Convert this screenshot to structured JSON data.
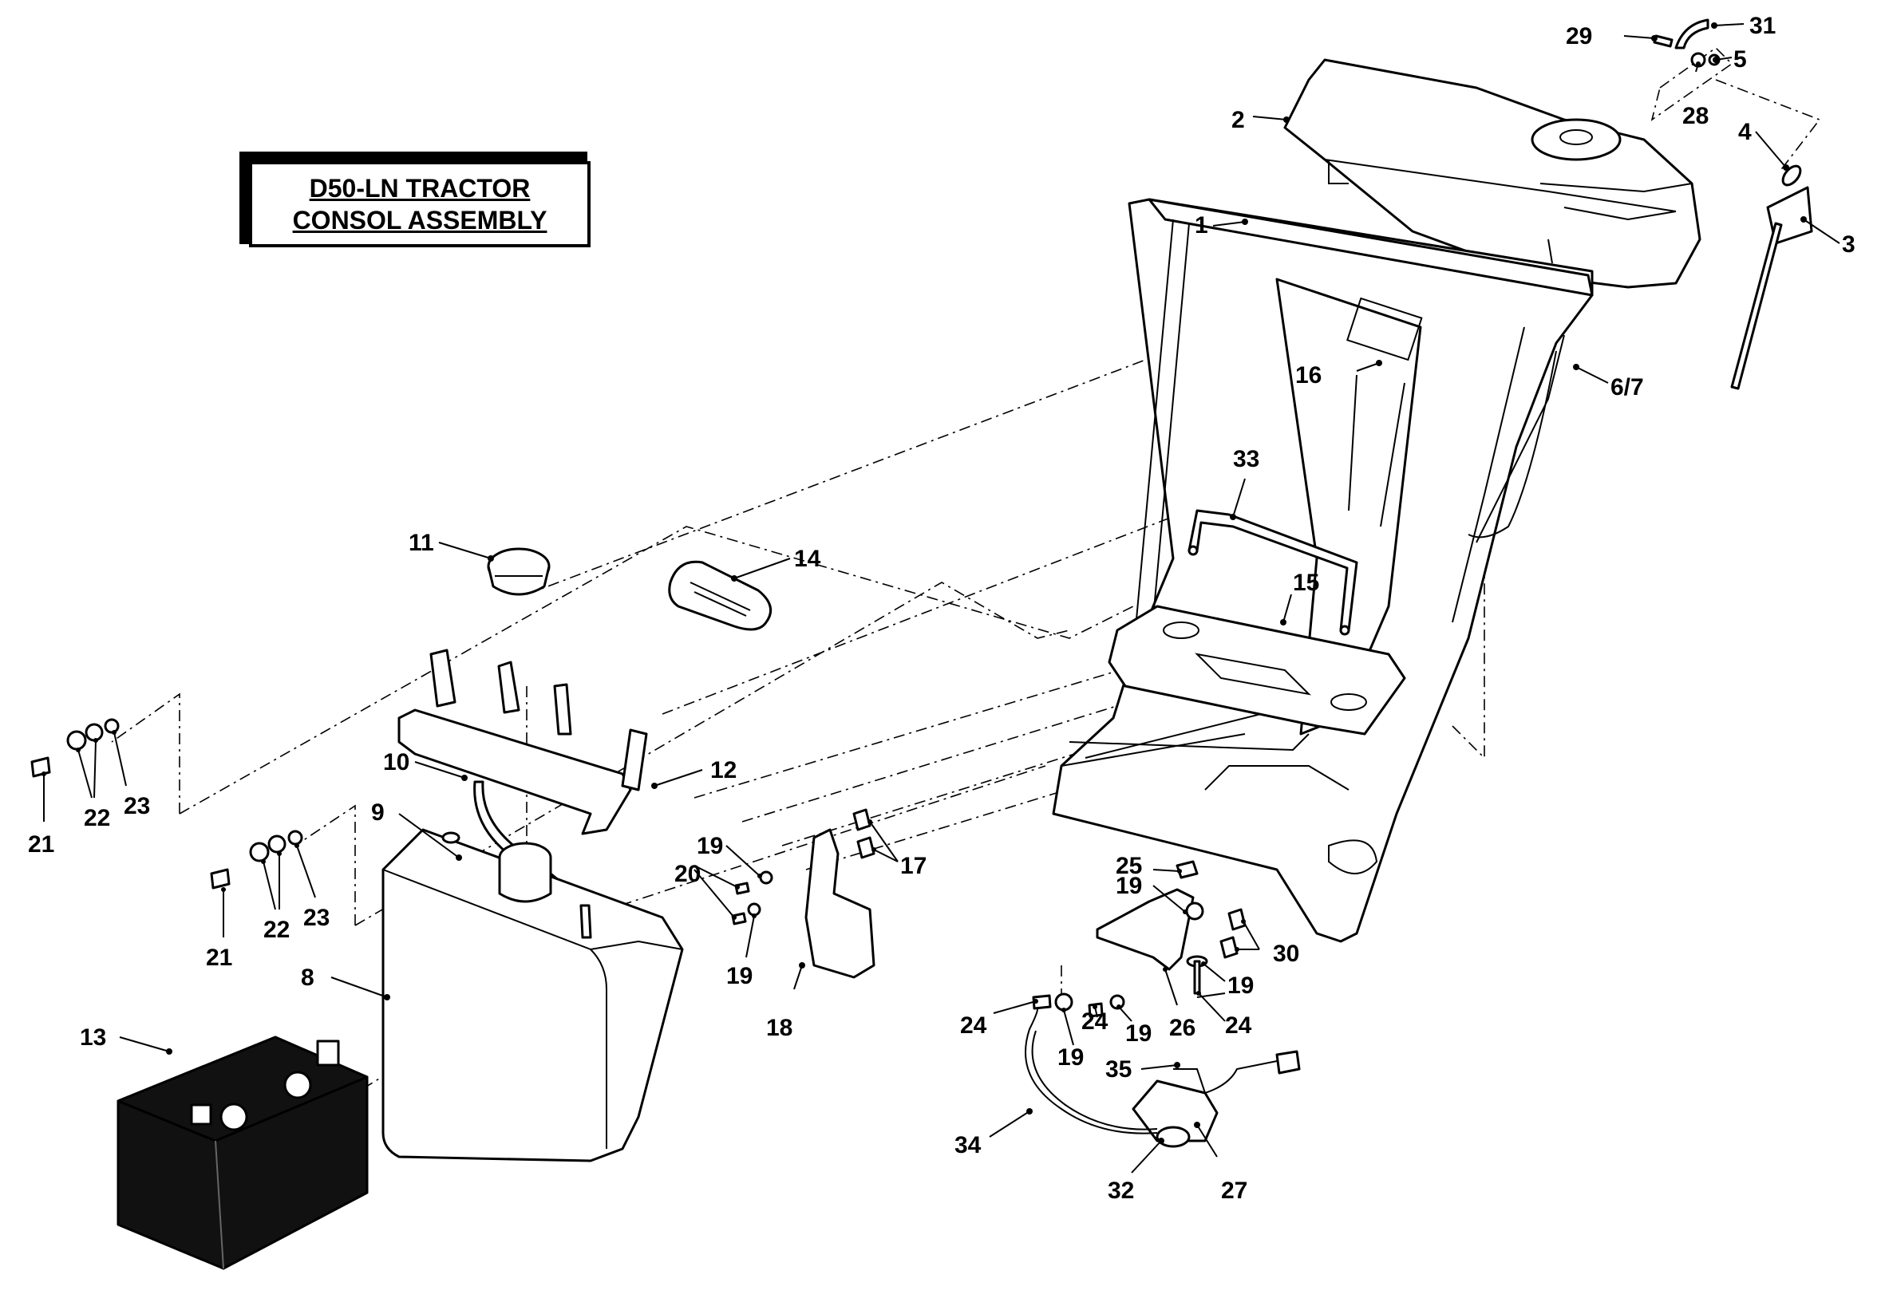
{
  "title": {
    "line1": "D50-LN TRACTOR",
    "line2": "CONSOL ASSEMBLY"
  },
  "callouts": [
    "1",
    "2",
    "3",
    "4",
    "5",
    "6/7",
    "8",
    "9",
    "10",
    "11",
    "12",
    "13",
    "14",
    "15",
    "16",
    "17",
    "18",
    "19",
    "19",
    "19",
    "19",
    "19",
    "19",
    "20",
    "21",
    "21",
    "22",
    "22",
    "23",
    "23",
    "24",
    "24",
    "24",
    "25",
    "26",
    "27",
    "28",
    "29",
    "30",
    "31",
    "32",
    "33",
    "34",
    "35"
  ]
}
